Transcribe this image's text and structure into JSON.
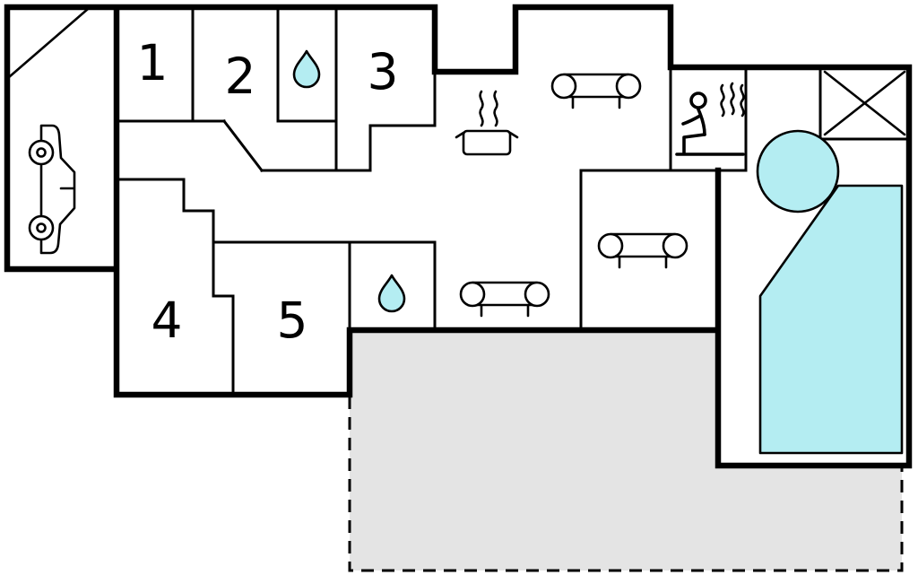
{
  "floor_plan": {
    "rooms": [
      {
        "name": "room-1",
        "label": "1"
      },
      {
        "name": "room-2",
        "label": "2"
      },
      {
        "name": "room-3",
        "label": "3"
      },
      {
        "name": "room-4",
        "label": "4"
      },
      {
        "name": "room-5",
        "label": "5"
      }
    ],
    "icons": [
      {
        "name": "car-icon",
        "meaning": "garage parking space"
      },
      {
        "name": "water-drop-icon",
        "meaning": "bathroom",
        "count": 2
      },
      {
        "name": "cooking-pot-icon",
        "meaning": "kitchen"
      },
      {
        "name": "sofa-icon",
        "meaning": "lounge seating",
        "count": 3
      },
      {
        "name": "sauna-person-icon",
        "meaning": "sauna"
      },
      {
        "name": "hot-tub-icon",
        "meaning": "hot tub"
      },
      {
        "name": "cross-icon",
        "meaning": "crossed-out room"
      }
    ],
    "areas": [
      {
        "name": "pool-area"
      },
      {
        "name": "hot-tub-area"
      },
      {
        "name": "terrace-area"
      }
    ],
    "colors": {
      "water": "#b4edf2",
      "terrace": "#e4e4e4",
      "wall": "#000000",
      "background": "#ffffff"
    }
  }
}
